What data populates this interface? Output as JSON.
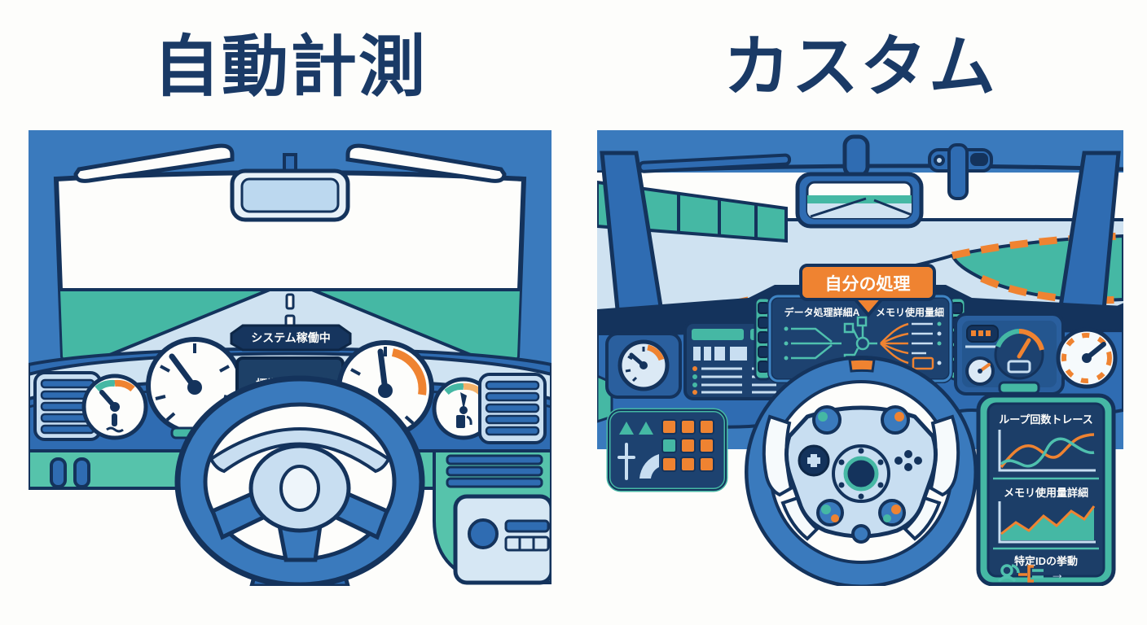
{
  "page": {
    "background": "#fdfdfb",
    "left_title": "自動計測",
    "right_title": "カスタム"
  },
  "left_section": {
    "dashboard": {
      "status_display": "システム稼働中",
      "screen_label": "標準的な指標"
    },
    "icons": [
      "sun-visor",
      "rearview-mirror",
      "air-vent",
      "thermometer-gauge",
      "speedometer-gauge",
      "tachometer-gauge",
      "fuel-gauge",
      "steering-wheel",
      "radio-knob"
    ]
  },
  "right_section": {
    "callout_label": "自分の処理",
    "center_screen": {
      "left_label": "データ処理詳細A",
      "right_label": "メモリ使用量細"
    },
    "side_panel": {
      "sections": [
        {
          "label": "ループ回数トレース",
          "type": "line-chart",
          "series_colors": [
            "#ef8331",
            "#45b8a4"
          ]
        },
        {
          "label": "メモリ使用量詳細",
          "type": "area-chart",
          "series_colors": [
            "#45b8a4",
            "#ef8331"
          ]
        },
        {
          "label": "特定IDの挙動",
          "type": "icons"
        }
      ]
    },
    "icons": [
      "roll-bar",
      "rearview-mirror",
      "harness-camera",
      "racing-steering-wheel",
      "gauge-cluster",
      "button-pad",
      "person-icon",
      "branch-icon",
      "arrow-icon"
    ]
  },
  "glyphs": {
    "arrow_right": "→"
  },
  "colors": {
    "navy": "#14335c",
    "title_navy": "#1a3a66",
    "background_blue": "#3a7abd",
    "dash_blue": "#2f6cb2",
    "light_blue": "#c8def1",
    "pale_blue": "#e8f1f8",
    "teal": "#45b8a4",
    "band_teal": "#56c3ab",
    "orange": "#ef8331",
    "screen_navy": "#1d4270",
    "panel_navy": "#1c3e68",
    "white": "#fdfdfb"
  }
}
